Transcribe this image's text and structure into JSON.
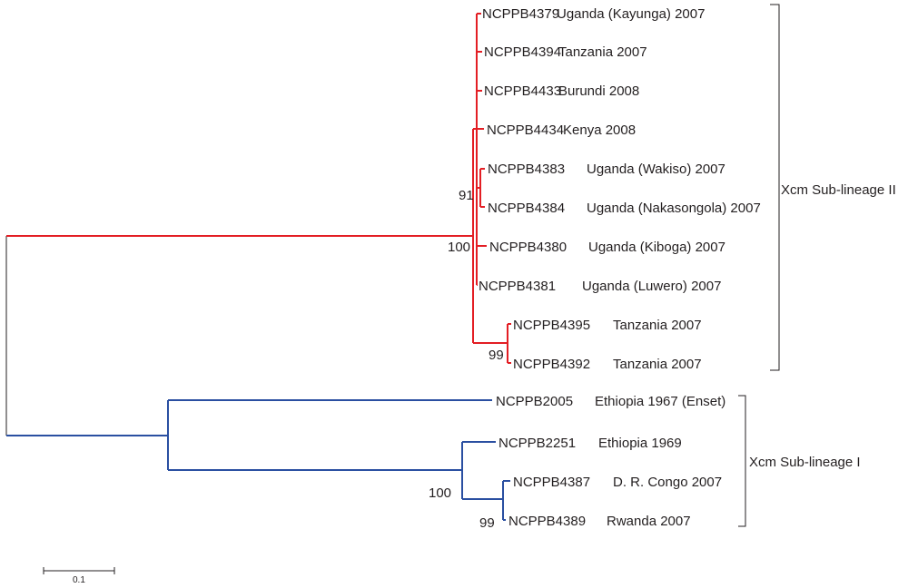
{
  "colors": {
    "sublineage_ii": "#e31e24",
    "sublineage_i": "#2a4fa1",
    "text": "#231f20"
  },
  "taxa": [
    {
      "id": "NCPPB4379",
      "origin": "Uganda (Kayunga) 2007"
    },
    {
      "id": "NCPPB4394",
      "origin": "Tanzania 2007"
    },
    {
      "id": "NCPPB4433",
      "origin": "Burundi 2008"
    },
    {
      "id": "NCPPB4434",
      "origin": "Kenya 2008"
    },
    {
      "id": "NCPPB4383",
      "origin": "Uganda (Wakiso) 2007"
    },
    {
      "id": "NCPPB4384",
      "origin": "Uganda (Nakasongola) 2007"
    },
    {
      "id": "NCPPB4380",
      "origin": "Uganda (Kiboga) 2007"
    },
    {
      "id": "NCPPB4381",
      "origin": "Uganda (Luwero) 2007"
    },
    {
      "id": "NCPPB4395",
      "origin": "Tanzania 2007"
    },
    {
      "id": "NCPPB4392",
      "origin": "Tanzania 2007"
    },
    {
      "id": "NCPPB2005",
      "origin": "Ethiopia 1967 (Enset)"
    },
    {
      "id": "NCPPB2251",
      "origin": "Ethiopia 1969"
    },
    {
      "id": "NCPPB4387",
      "origin": "D. R. Congo 2007"
    },
    {
      "id": "NCPPB4389",
      "origin": "Rwanda 2007"
    }
  ],
  "support_values": [
    "91",
    "100",
    "99",
    "100",
    "99"
  ],
  "clades": [
    {
      "label": "Xcm Sub-lineage II"
    },
    {
      "label": "Xcm Sub-lineage I"
    }
  ],
  "scale_bar": {
    "label": "0.1"
  }
}
